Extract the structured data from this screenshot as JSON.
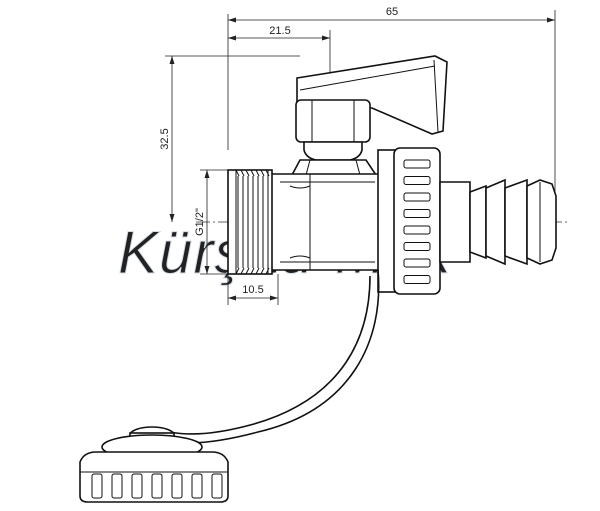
{
  "dimensions": {
    "overall_length": "65",
    "handle_offset": "21.5",
    "height": "32.5",
    "thread": "G1/2\"",
    "thread_length": "10.5"
  },
  "watermark": "Kürşad-Mak"
}
